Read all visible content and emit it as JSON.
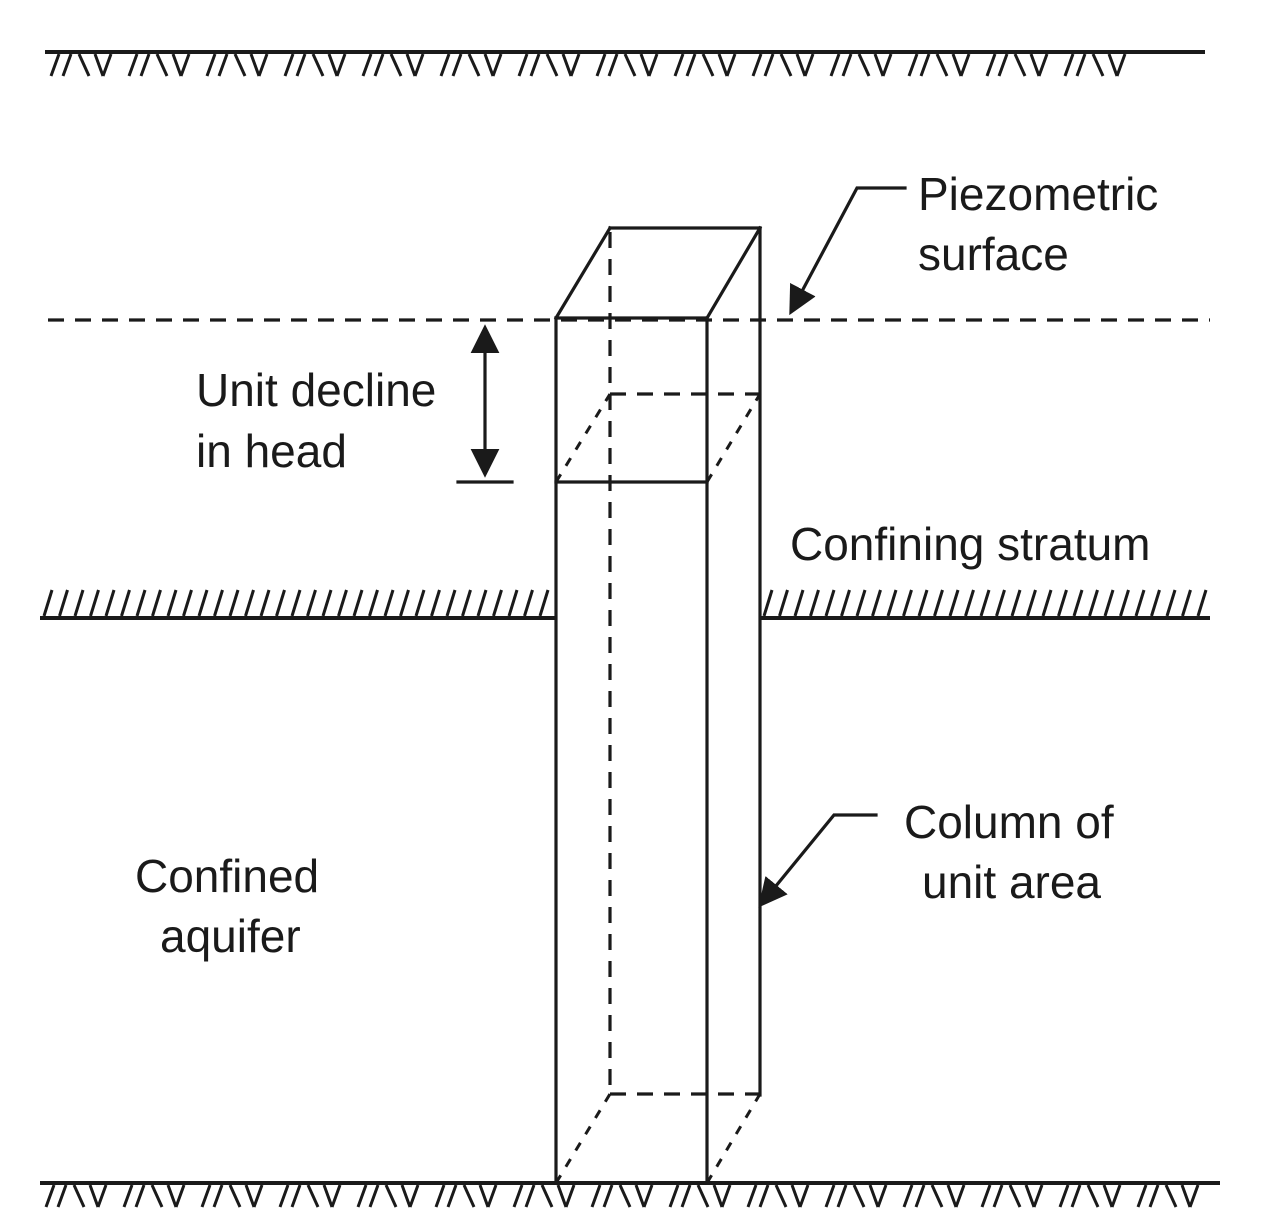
{
  "labels": {
    "piezometric_line1": "Piezometric",
    "piezometric_line2": "surface",
    "unit_decline_line1": "Unit decline",
    "unit_decline_line2": "in head",
    "confining_stratum": "Confining stratum",
    "column_line1": "Column of",
    "column_line2": "unit area",
    "confined_line1": "Confined",
    "confined_line2": "aquifer"
  }
}
